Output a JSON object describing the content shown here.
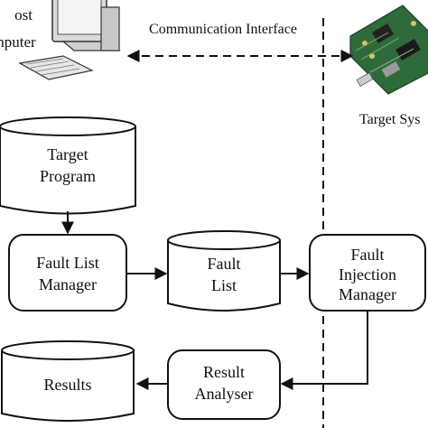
{
  "header": {
    "host_label_line1": "ost",
    "host_label_line2": "nputer",
    "interface_label": "Communication Interface",
    "target_system_label": "Target Sys"
  },
  "nodes": {
    "target_program": {
      "line1": "Target",
      "line2": "Program"
    },
    "fault_list_manager": {
      "line1": "Fault List",
      "line2": "Manager"
    },
    "fault_list": {
      "line1": "Fault",
      "line2": "List"
    },
    "fault_injection_manager": {
      "line1": "Fault",
      "line2": "Injection",
      "line3": "Manager"
    },
    "results": {
      "line1": "Results"
    },
    "result_analyser": {
      "line1": "Result",
      "line2": "Analyser"
    }
  }
}
